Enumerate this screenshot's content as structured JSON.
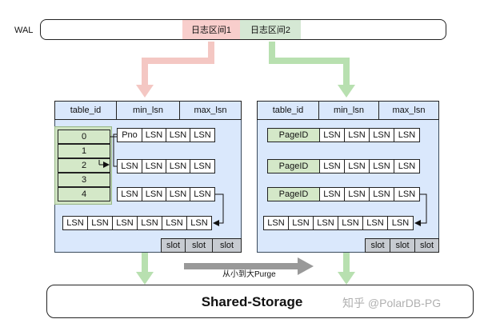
{
  "wal": {
    "label": "WAL",
    "segment1": "日志区间1",
    "segment2": "日志区间2",
    "segment1_color": "#f8cecc",
    "segment2_color": "#d5e8d4"
  },
  "left_table": {
    "headers": [
      "table_id",
      "min_lsn",
      "max_lsn"
    ],
    "slot_indices": [
      "0",
      "1",
      "2",
      "3",
      "4"
    ],
    "row1": [
      "Pno",
      "LSN",
      "LSN",
      "LSN"
    ],
    "row2": [
      "LSN",
      "LSN",
      "LSN",
      "LSN"
    ],
    "row3": [
      "LSN",
      "LSN",
      "LSN",
      "LSN"
    ],
    "row4": [
      "LSN",
      "LSN",
      "LSN",
      "LSN",
      "LSN",
      "LSN"
    ],
    "slots": [
      "slot",
      "slot",
      "slot"
    ]
  },
  "right_table": {
    "headers": [
      "table_id",
      "min_lsn",
      "max_lsn"
    ],
    "rows": [
      {
        "page": "PageID",
        "lsns": [
          "LSN",
          "LSN",
          "LSN",
          "LSN"
        ]
      },
      {
        "page": "PageID",
        "lsns": [
          "LSN",
          "LSN",
          "LSN",
          "LSN"
        ]
      },
      {
        "page": "PageID",
        "lsns": [
          "LSN",
          "LSN",
          "LSN",
          "LSN"
        ]
      }
    ],
    "row4": [
      "LSN",
      "LSN",
      "LSN",
      "LSN",
      "LSN",
      "LSN"
    ],
    "slots": [
      "slot",
      "slot",
      "slot"
    ]
  },
  "purge_label": "从小到大Purge",
  "storage_label": "Shared-Storage",
  "watermark": "知乎 @PolarDB-PG",
  "colors": {
    "panel": "#dae8fc",
    "green_cell": "#d4e8c8",
    "slot_gray": "#c7cbd1",
    "red_arrow": "#f4c7c3",
    "green_arrow": "#b8e0b0",
    "purge_arrow": "#999999"
  }
}
